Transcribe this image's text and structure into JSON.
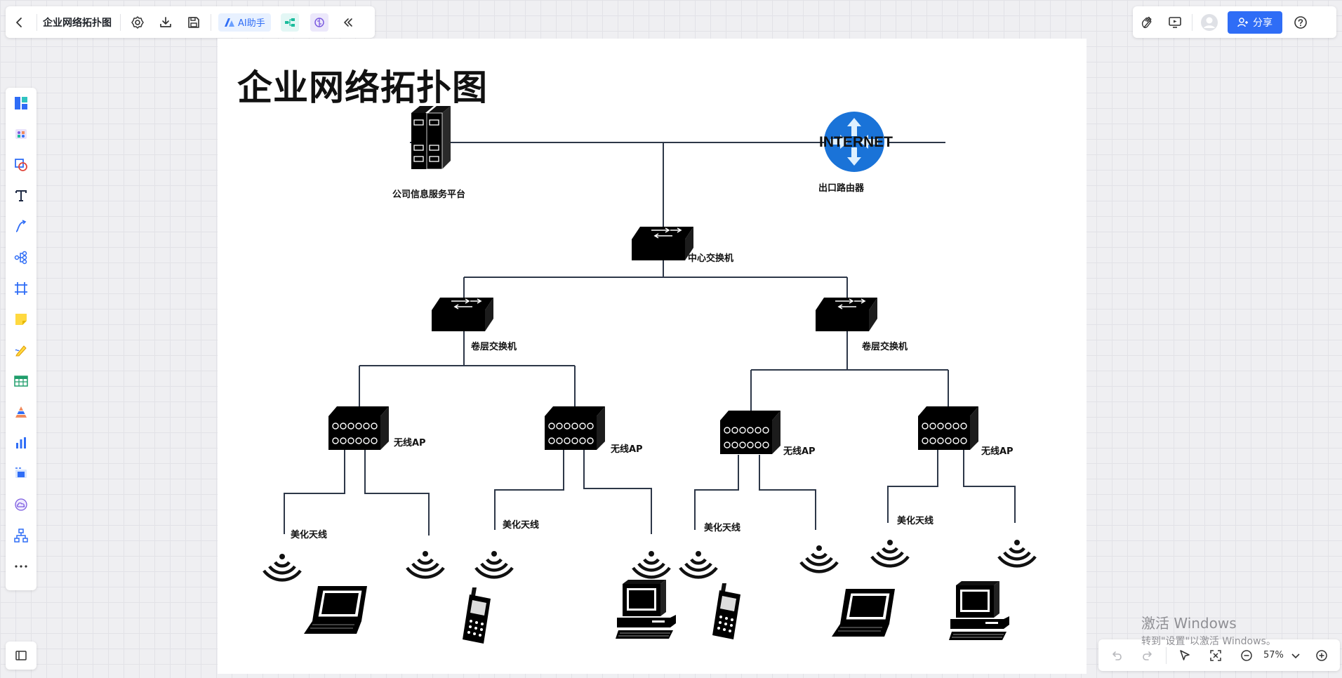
{
  "header": {
    "doc_title": "企业网络拓扑图",
    "ai_label": "AI助手",
    "buttons": [
      "back-icon",
      "settings-icon",
      "download-icon",
      "save-icon",
      "ai-assistant",
      "mindmap-chip",
      "ai-brain-chip",
      "collapse-icon"
    ]
  },
  "topright": {
    "share_label": "分享",
    "icons": [
      "clap-icon",
      "present-icon",
      "avatar",
      "share-button",
      "help-icon"
    ]
  },
  "sidebar": {
    "tools": [
      "template-icon",
      "component-icon",
      "shape-icon",
      "text-icon",
      "connector-icon",
      "mindmap-icon",
      "frame-icon",
      "sticky-note-icon",
      "pen-icon",
      "table-icon",
      "pyramid-icon",
      "bar-chart-icon",
      "media-icon",
      "cloud-icon",
      "org-chart-icon",
      "more-icon"
    ]
  },
  "bottom": {
    "zoom": "57%"
  },
  "diagram": {
    "title": "企业网络拓扑图",
    "internet": "INTERNET",
    "labels": {
      "server": "公司信息服务平台",
      "router": "出口路由器",
      "core_switch": "中心交换机",
      "floor_switch_left": "卷层交换机",
      "floor_switch_right": "卷层交换机",
      "ap_1": "无线AP",
      "ap_2": "无线AP",
      "ap_3": "无线AP",
      "ap_4": "无线AP",
      "antenna_1": "美化天线",
      "antenna_2": "美化天线",
      "antenna_3": "美化天线",
      "antenna_4": "美化天线"
    }
  },
  "watermark": {
    "line1": "激活 Windows",
    "line2": "转到\"设置\"以激活 Windows。"
  },
  "colors": {
    "accent": "#2f6df6",
    "line": "#2d3748",
    "router": "#1a73d8"
  }
}
